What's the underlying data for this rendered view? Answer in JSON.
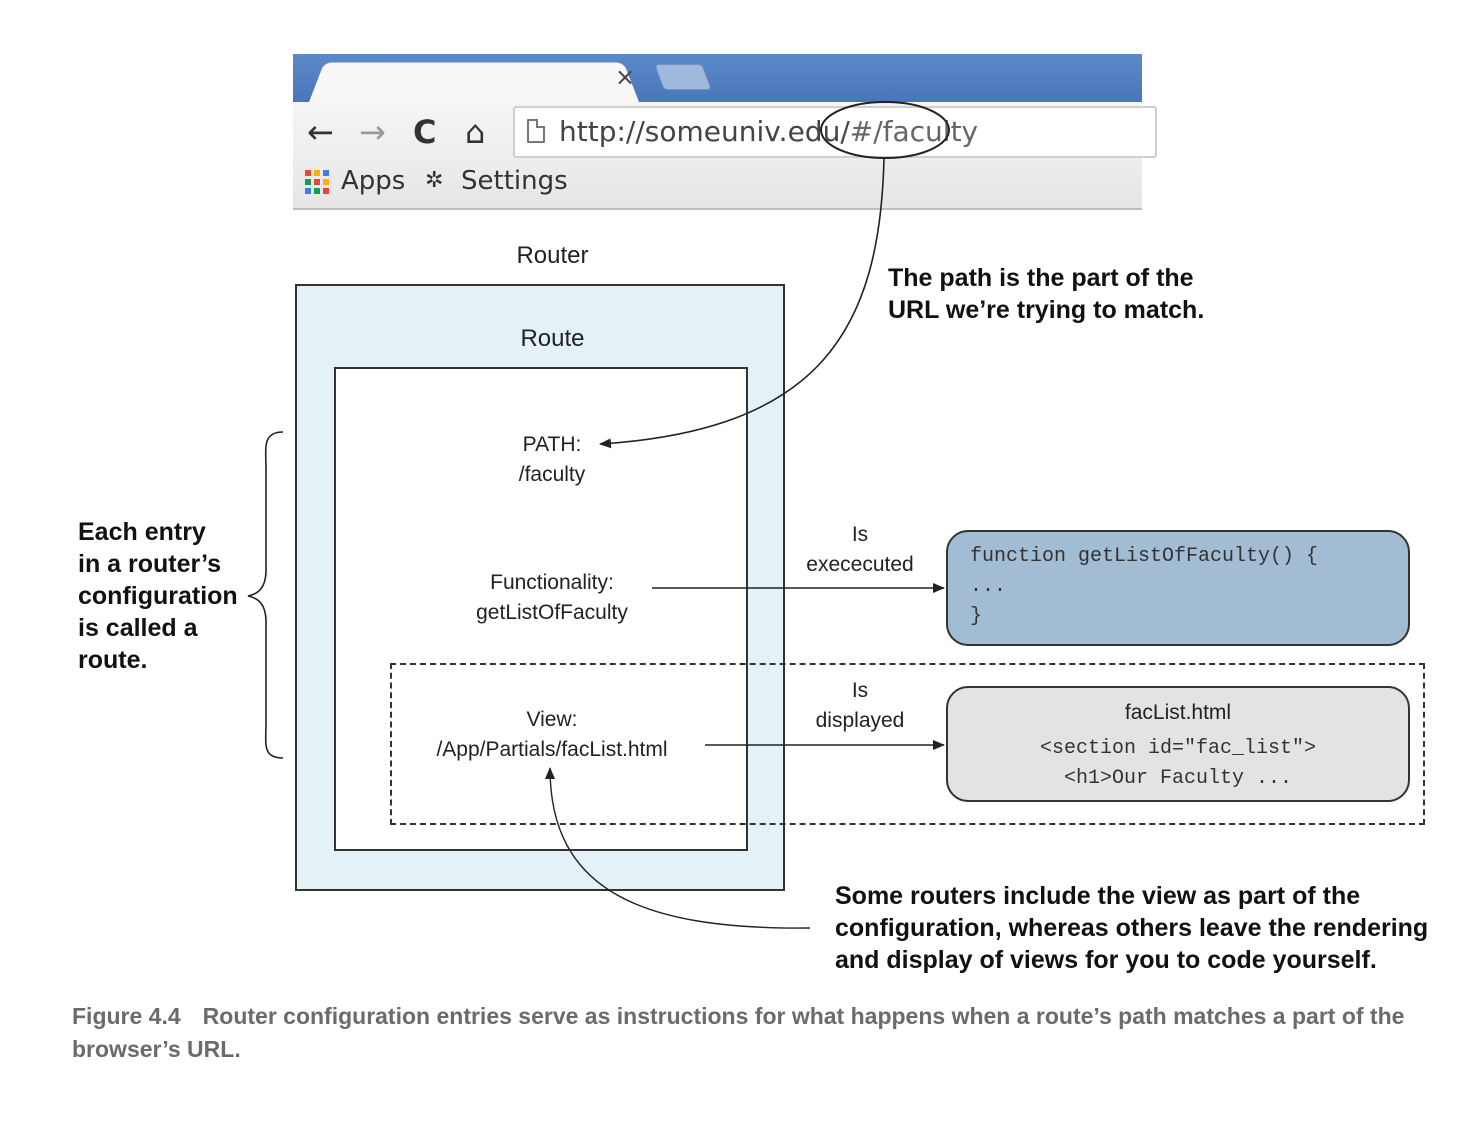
{
  "browser": {
    "tab_close": "×",
    "nav": {
      "back": "←",
      "forward": "→",
      "reload": "C",
      "home": "⌂"
    },
    "url_base": "http://someuniv.edu/",
    "url_hash": "#/faculty",
    "bookmarks": {
      "apps": "Apps",
      "settings": "Settings",
      "settings_glyph": "✲"
    },
    "apps_colors": [
      "#e8453c",
      "#f4b400",
      "#3b7ded",
      "#0f9d58",
      "#e8453c",
      "#f4b400",
      "#3b7ded",
      "#0f9d58",
      "#e8453c"
    ]
  },
  "diagram": {
    "router_label": "Router",
    "route_label": "Route",
    "path_label": "PATH:",
    "path_value": "/faculty",
    "functionality_label": "Functionality:",
    "functionality_value": "getListOfFaculty",
    "view_label": "View:",
    "view_value": "/App/Partials/facList.html",
    "executed_label_1": "Is",
    "executed_label_2": "exececuted",
    "displayed_label_1": "Is",
    "displayed_label_2": "displayed",
    "function_code": [
      "function getListOfFaculty() {",
      "...",
      "}"
    ],
    "view_title": "facList.html",
    "view_code": [
      "<section id=\"fac_list\">",
      "<h1>Our Faculty ..."
    ]
  },
  "annotations": {
    "path_note": [
      "The path is the part of the",
      "URL we’re trying to match."
    ],
    "entry_note": [
      "Each entry",
      "in a router’s",
      "configuration",
      "is called a",
      "route."
    ],
    "router_note": [
      "Some routers include the view as part of the",
      "configuration, whereas others leave the rendering",
      "and display of views for you to code yourself."
    ]
  },
  "caption": {
    "figure": "Figure 4.4",
    "text": "Router configuration entries serve as instructions for what happens when a route’s path matches a part of the browser’s URL."
  },
  "colors": {
    "router_fill": "#e4f2f8",
    "function_fill": "#a2bcd4",
    "view_fill": "#e3e3e3",
    "tab_blue": "#4876b8"
  }
}
